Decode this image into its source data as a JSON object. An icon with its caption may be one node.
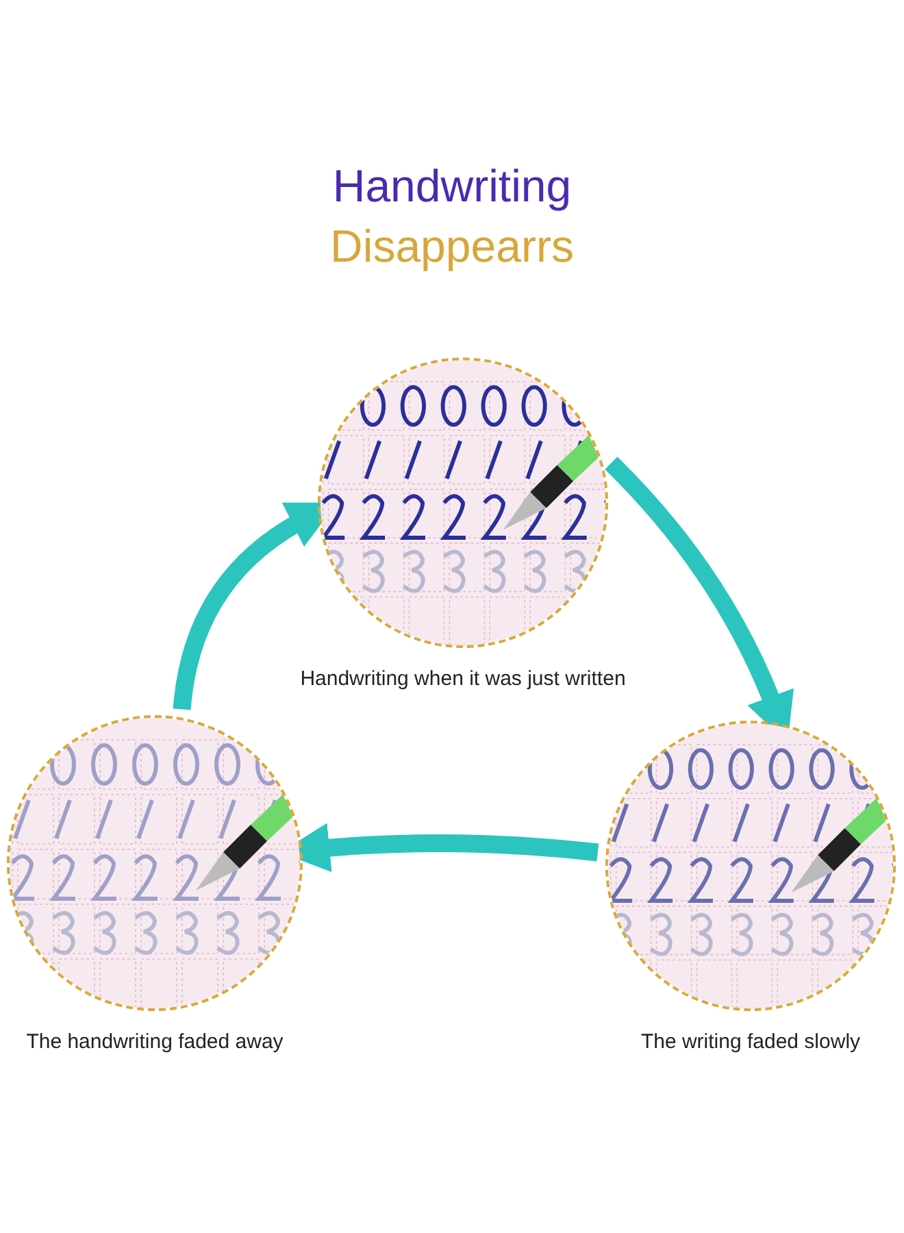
{
  "diagram": {
    "title": "Handwriting",
    "nodes": [
      {
        "text": [
          "Handwriting when it was just written"
        ]
      },
      {
        "text": [
          "The writing faded slowly"
        ]
      },
      {
        "text": [
          "The handwriting faded away"
        ]
      }
    ],
    "edges": [
      {
        "from": 0,
        "to": 1,
        "arrow": "to"
      },
      {
        "from": 1,
        "to": 2,
        "arrow": "to"
      },
      {
        "from": 2,
        "to": 0,
        "arrow": "to"
      }
    ],
    "labels": [
      "Disappearrs"
    ]
  }
}
